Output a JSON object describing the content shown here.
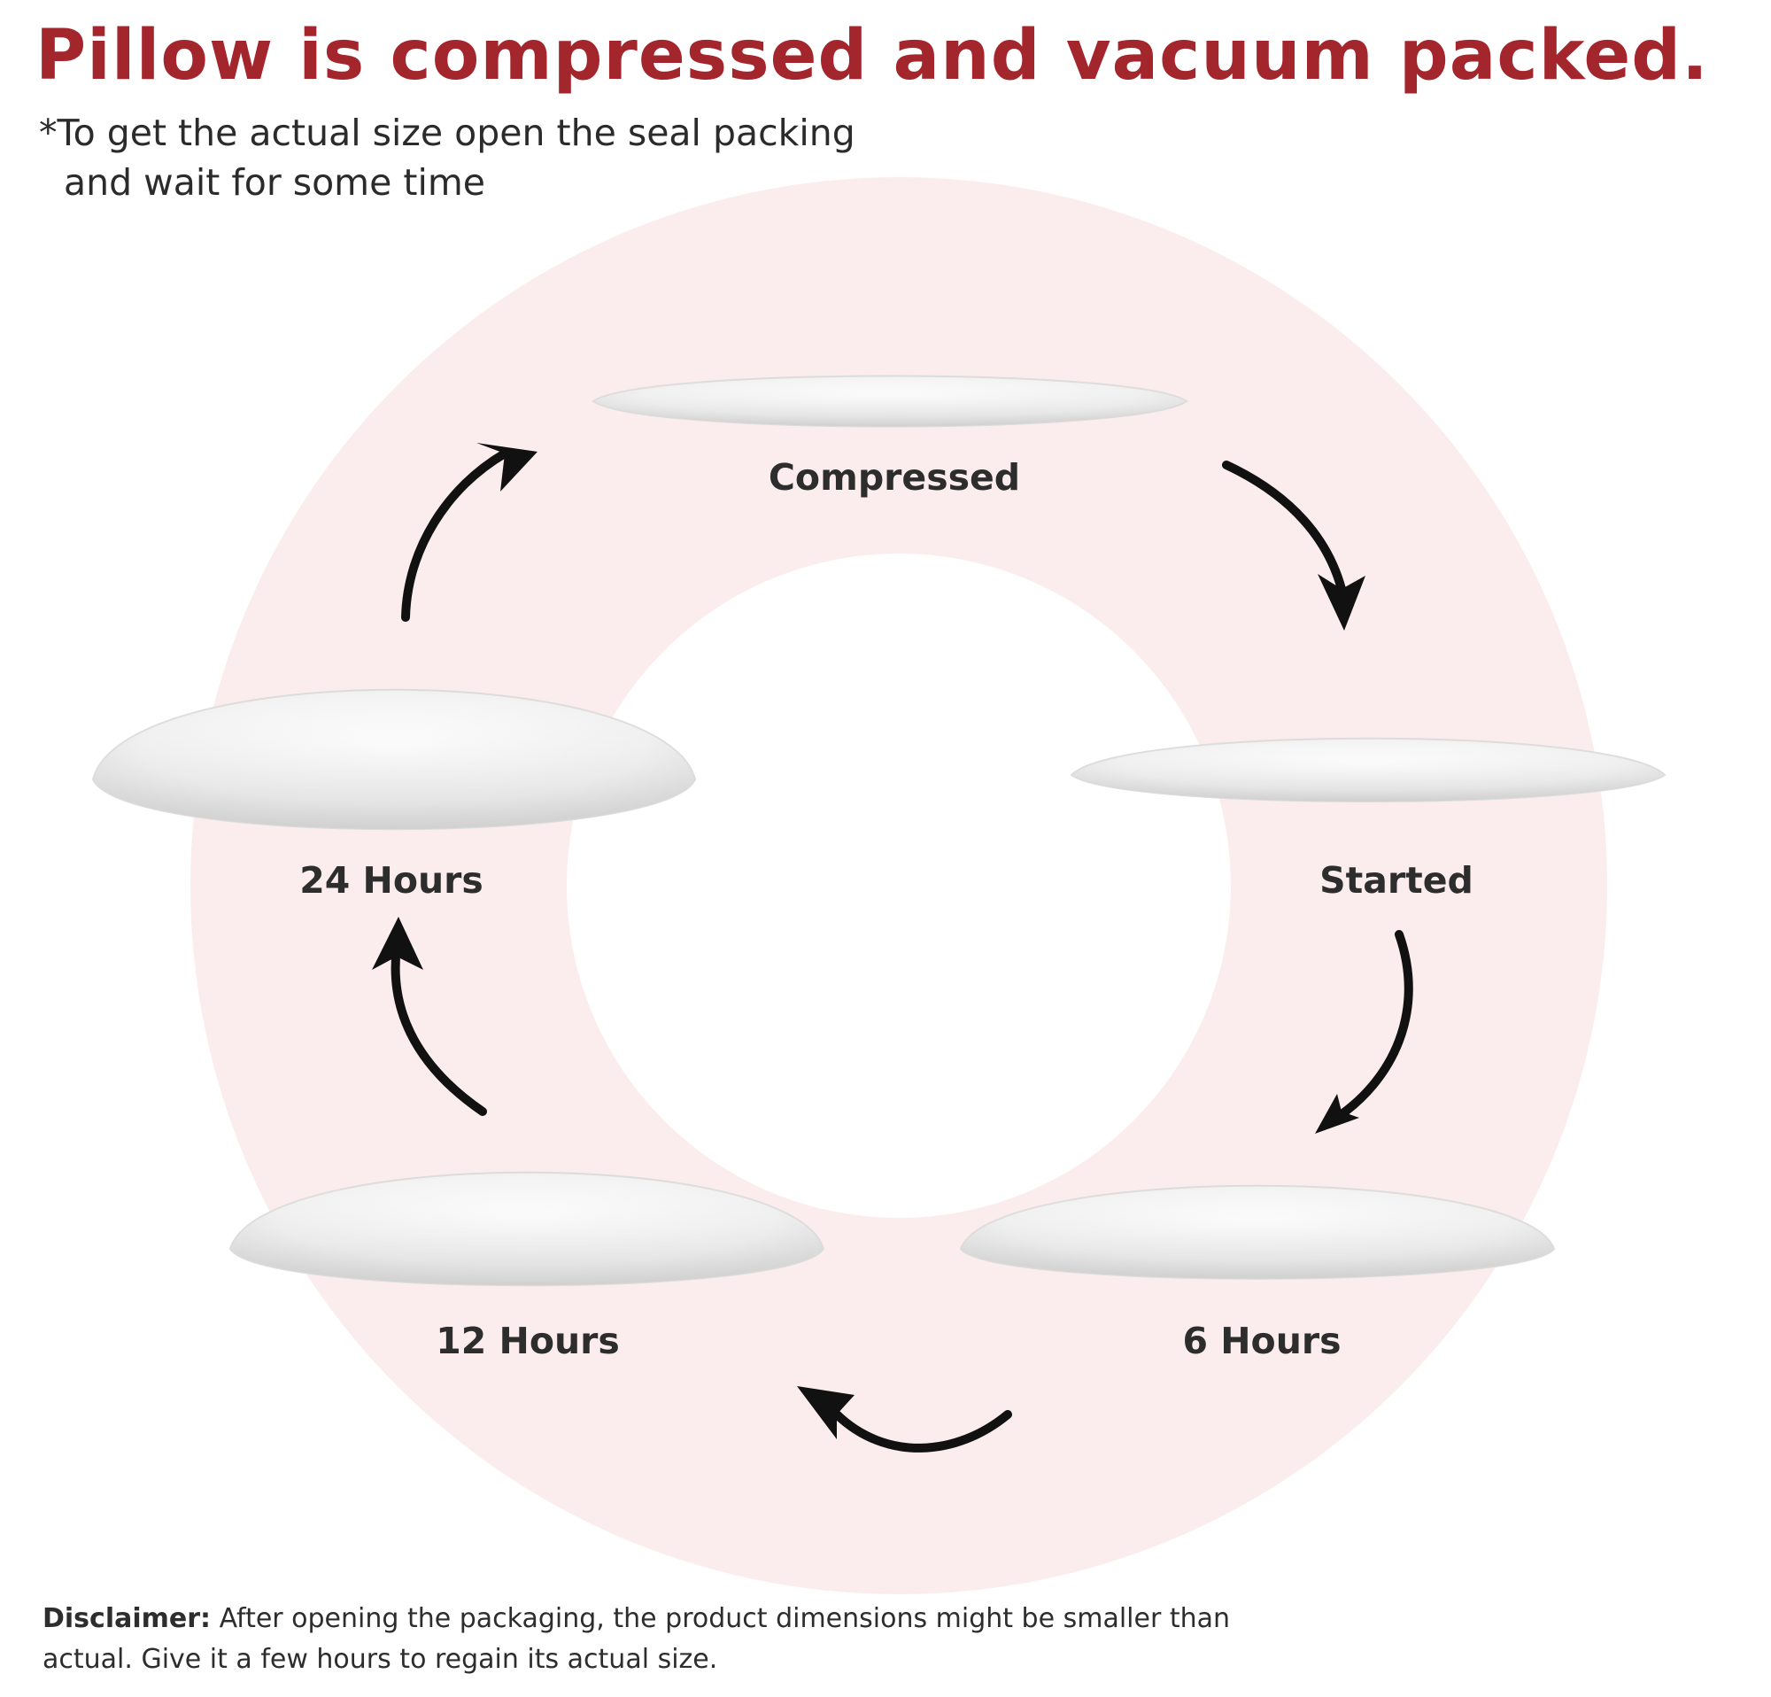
{
  "header": {
    "title": "Pillow is compressed and vacuum packed.",
    "note_line1": "*To get the actual size open the seal packing",
    "note_line2": "and wait for some time"
  },
  "stages": [
    {
      "label": "Compressed"
    },
    {
      "label": "Started"
    },
    {
      "label": "6 Hours"
    },
    {
      "label": "12 Hours"
    },
    {
      "label": "24 Hours"
    }
  ],
  "footer": {
    "disclaimer_label": "Disclaimer:",
    "disclaimer_text": " After opening the packaging, the product dimensions might be smaller than actual. Give it a few hours to regain its actual size."
  },
  "colors": {
    "title": "#a3262d",
    "ring": "#fbeded",
    "arrow": "#111111"
  }
}
